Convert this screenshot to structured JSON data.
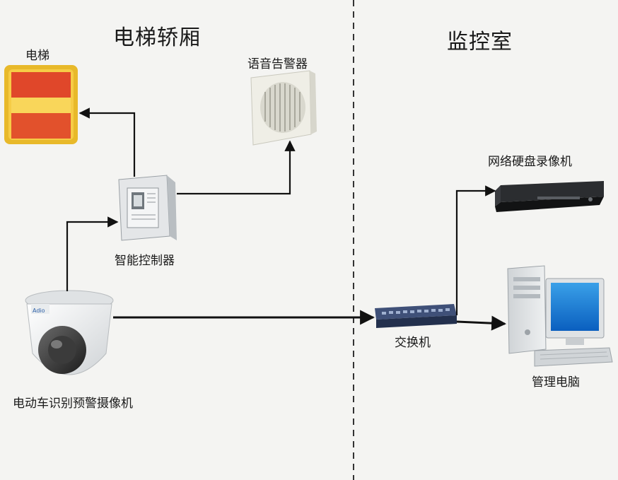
{
  "regions": {
    "left_title": "电梯轿厢",
    "right_title": "监控室"
  },
  "devices": {
    "elevator": "电梯",
    "speaker": "语音告警器",
    "controller": "智能控制器",
    "camera": "电动车识别预警摄像机",
    "nvr": "网络硬盘录像机",
    "switch": "交换机",
    "pc": "管理电脑"
  },
  "colors": {
    "elevator_yellow": "#f2c230",
    "elevator_red": "#e0472a",
    "divider": "#333333",
    "line": "#111111"
  }
}
